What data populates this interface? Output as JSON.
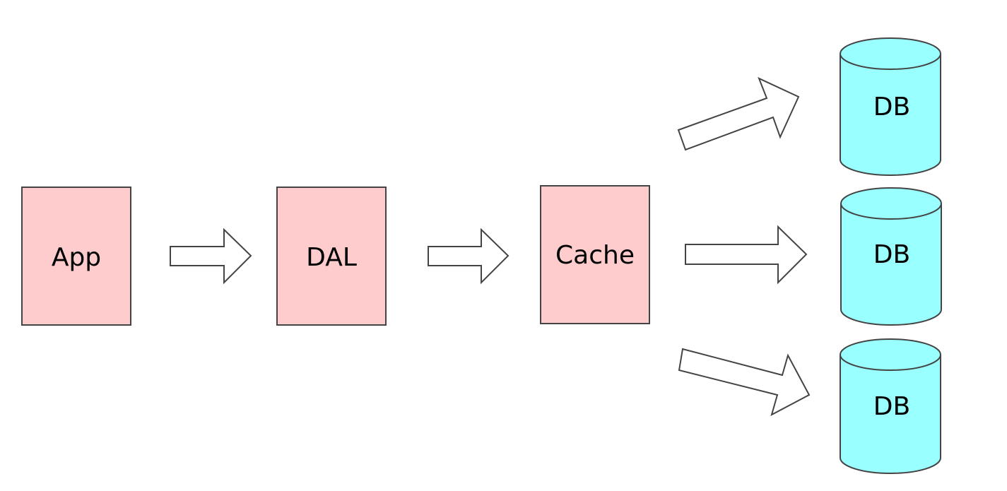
{
  "colors": {
    "component_fill": "#fecccc",
    "database_fill": "#99ffff",
    "arrow_fill": "#ffffff",
    "stroke": "#444444"
  },
  "components": [
    {
      "name": "app",
      "label": "App"
    },
    {
      "name": "dal",
      "label": "DAL"
    },
    {
      "name": "cache",
      "label": "Cache"
    }
  ],
  "databases": [
    {
      "label": "DB"
    },
    {
      "label": "DB"
    },
    {
      "label": "DB"
    }
  ]
}
